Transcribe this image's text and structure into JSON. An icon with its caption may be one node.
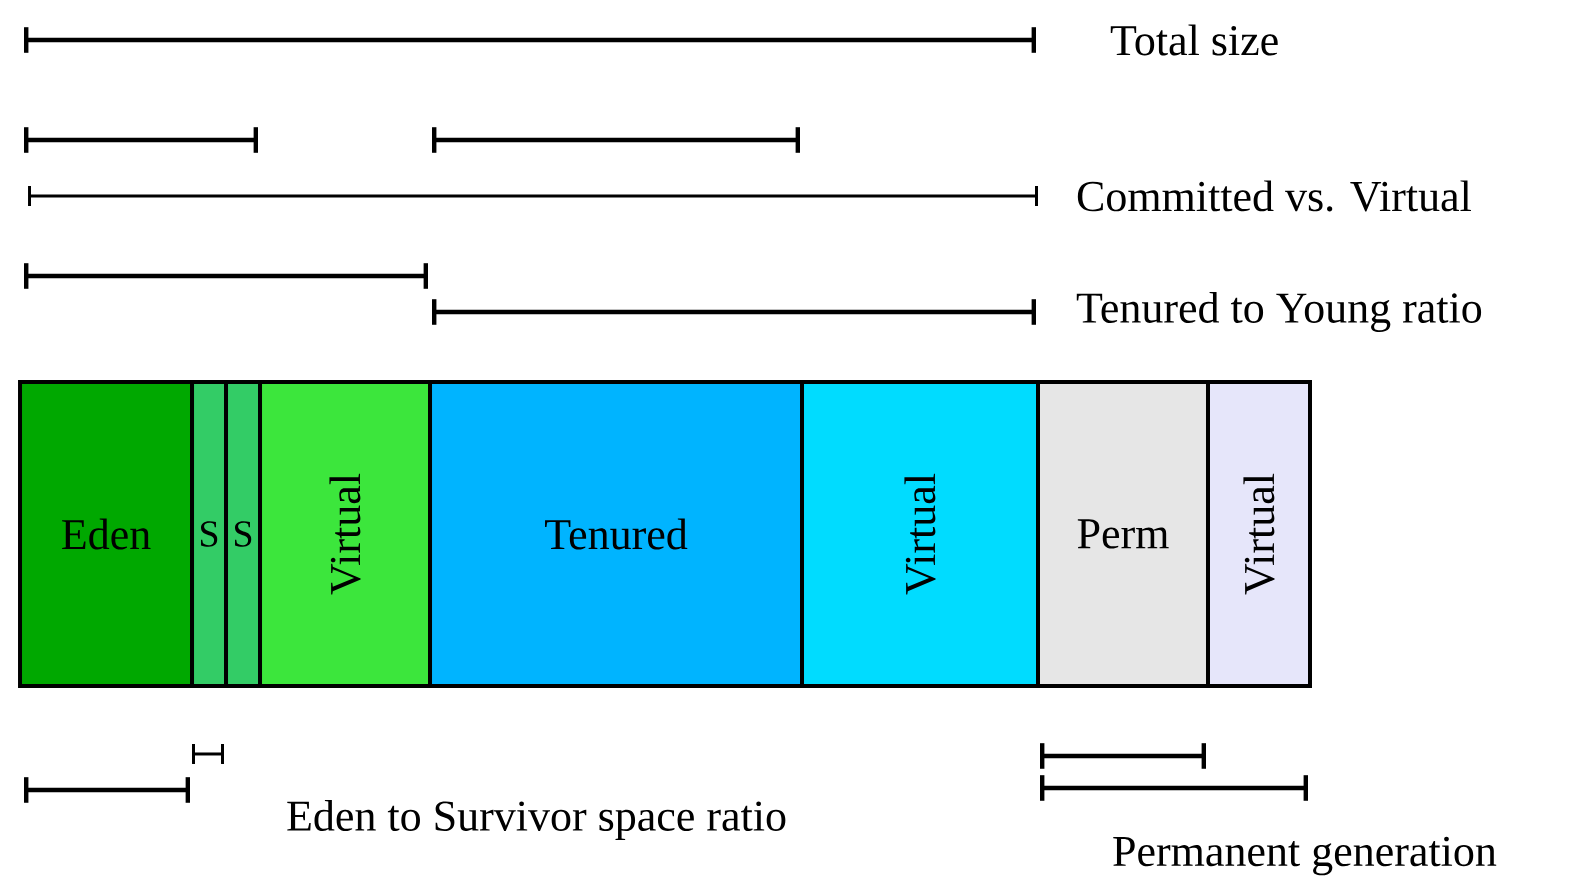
{
  "diagram": {
    "nodes": [
      {
        "text": [
          "Eden"
        ]
      },
      {
        "text": [
          "S"
        ]
      },
      {
        "text": [
          "S"
        ]
      },
      {
        "text": [
          "Virtual"
        ]
      },
      {
        "text": [
          "Tenured"
        ]
      },
      {
        "text": [
          "Virtual"
        ]
      },
      {
        "text": [
          "Perm"
        ]
      },
      {
        "text": [
          "Virtual"
        ]
      }
    ],
    "labels": [
      "Total size",
      "Committed vs. Virtual",
      "Tenured to Young ratio",
      "Eden to Survivor space ratio",
      "Permanent generation"
    ]
  }
}
